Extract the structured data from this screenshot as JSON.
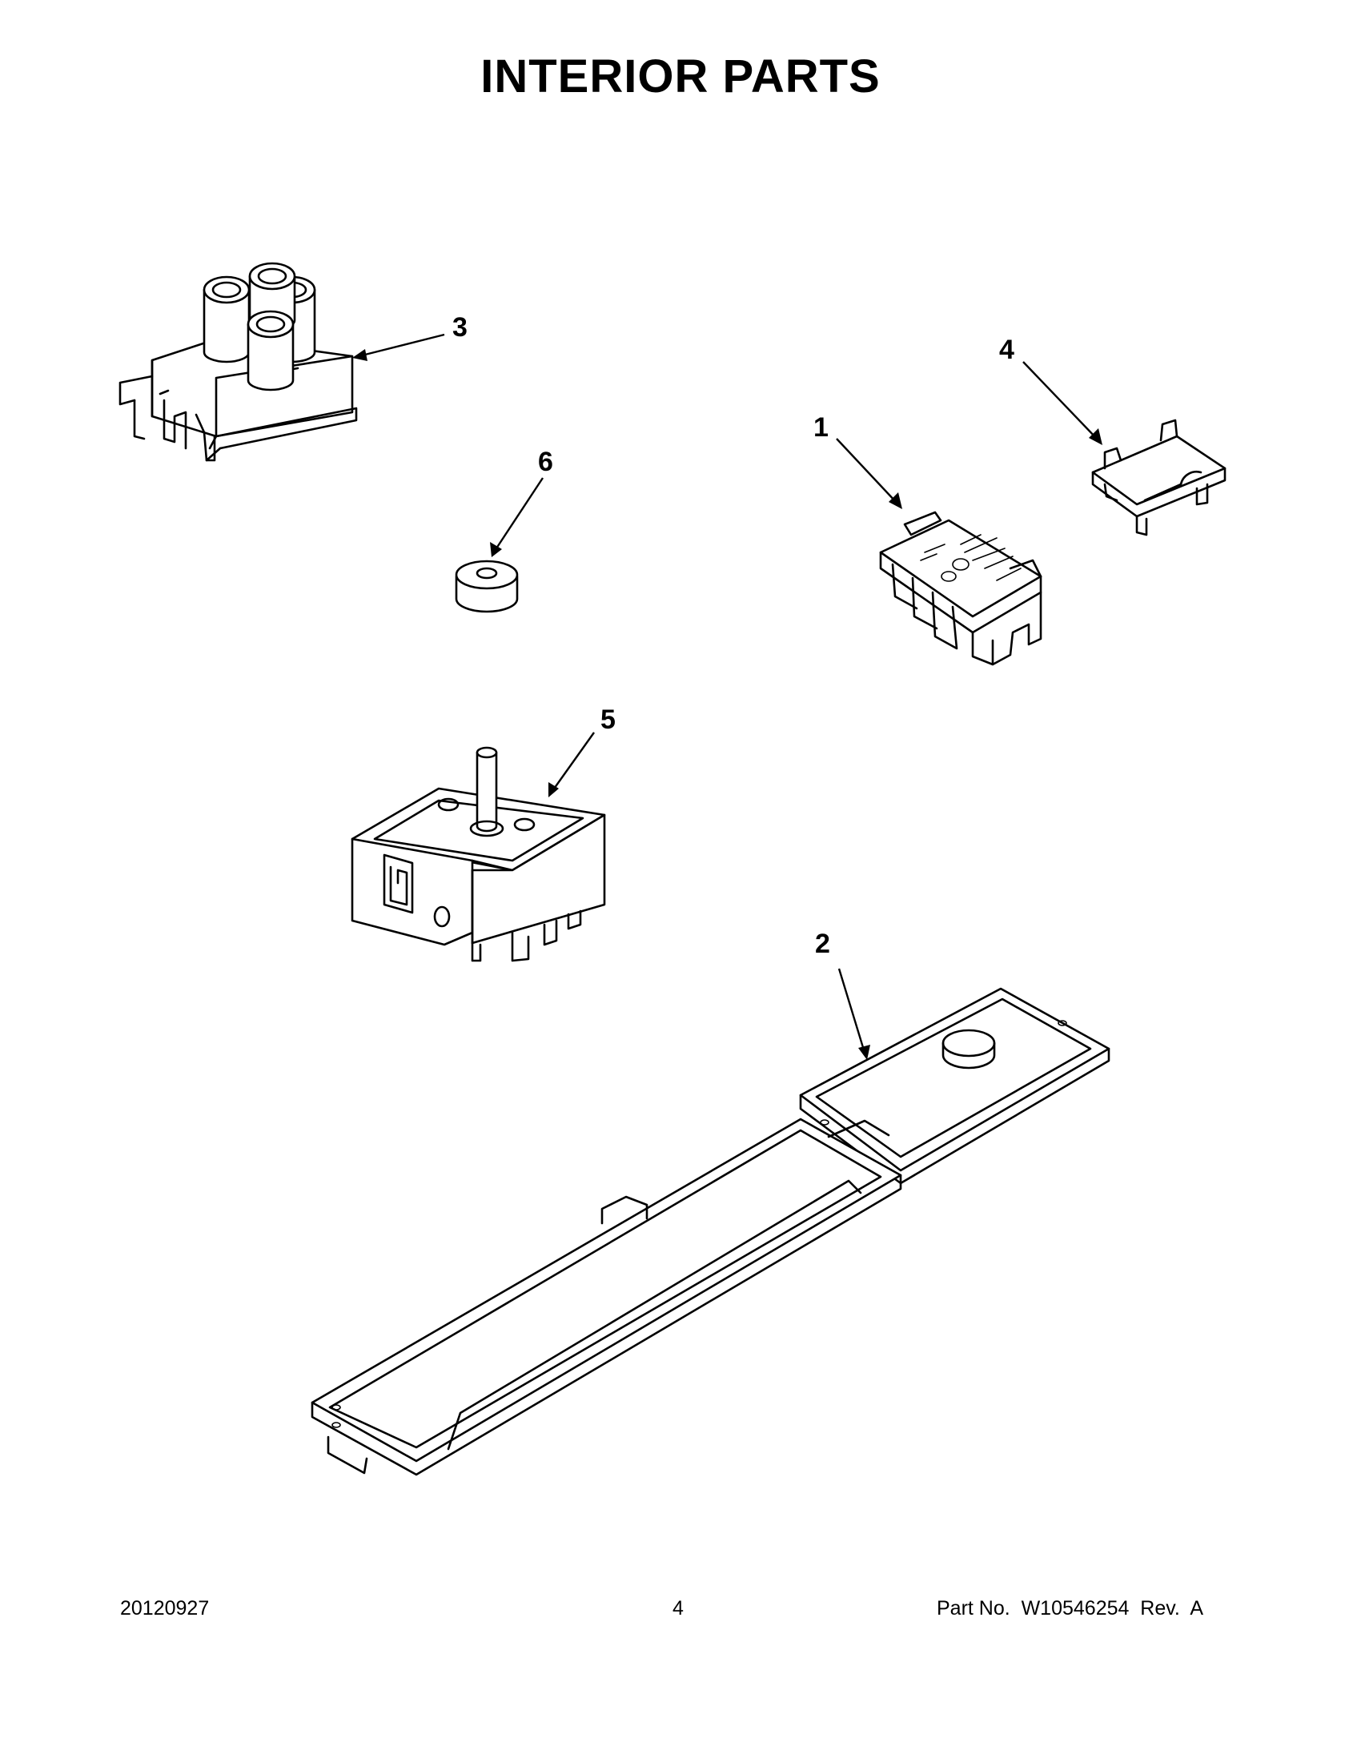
{
  "page": {
    "title": "INTERIOR PARTS",
    "footer_date": "20120927",
    "footer_page": "4",
    "footer_part": "Part No.  W10546254  Rev.  A"
  },
  "callouts": [
    "1",
    "2",
    "3",
    "4",
    "5",
    "6"
  ]
}
